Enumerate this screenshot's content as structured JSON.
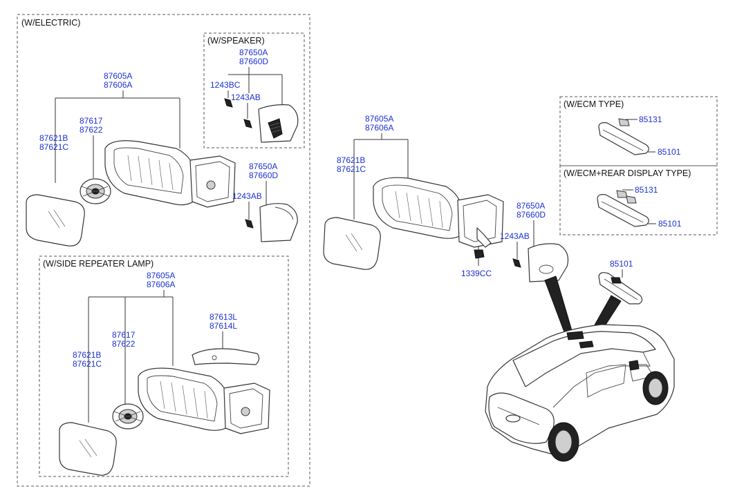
{
  "headers": {
    "electric": "(W/ELECTRIC)",
    "speaker": "(W/SPEAKER)",
    "side_repeater": "(W/SIDE REPEATER LAMP)",
    "ecm": "(W/ECM TYPE)",
    "ecm_rear": "(W/ECM+REAR DISPLAY TYPE)"
  },
  "labels": {
    "electric_mirror_a": "87605A",
    "electric_mirror_b": "87606A",
    "electric_actuator_a": "87617",
    "electric_actuator_b": "87622",
    "electric_glass_a": "87621B",
    "electric_glass_b": "87621C",
    "electric_cap_a": "87650A",
    "electric_cap_b": "87660D",
    "electric_screw": "1243AB",
    "speaker_cap_a": "87650A",
    "speaker_cap_b": "87660D",
    "speaker_screw_a": "1243BC",
    "speaker_screw_b": "1243AB",
    "repeater_mirror_a": "87605A",
    "repeater_mirror_b": "87606A",
    "repeater_actuator_a": "87617",
    "repeater_actuator_b": "87622",
    "repeater_glass_a": "87621B",
    "repeater_glass_b": "87621C",
    "repeater_lamp_a": "87613L",
    "repeater_lamp_b": "87614L",
    "main_mirror_a": "87605A",
    "main_mirror_b": "87606A",
    "main_glass_a": "87621B",
    "main_glass_b": "87621C",
    "main_cap_a": "87650A",
    "main_cap_b": "87660D",
    "main_screw": "1243AB",
    "main_nut": "1339CC",
    "ecm_cover": "85131",
    "ecm_mirror": "85101",
    "ecm_rear_cover": "85131",
    "ecm_rear_mirror": "85101",
    "inside_mirror": "85101"
  }
}
